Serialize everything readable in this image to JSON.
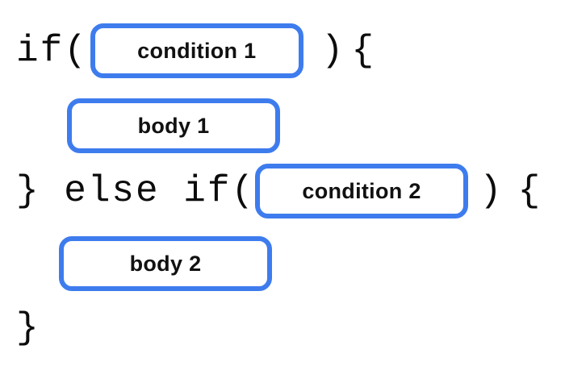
{
  "diagram": {
    "colors": {
      "background": "#ffffff",
      "slot_border": "#3e7cee",
      "slot_fill": "#ffffff",
      "code_text": "#0c0c0c",
      "label_text": "#111111"
    },
    "lines": [
      {
        "prefix": "if(",
        "slot_label": "condition 1",
        "paren": ")",
        "brace": "{"
      },
      {
        "slot_label": "body 1"
      },
      {
        "prefix": "} else if(",
        "slot_label": "condition 2",
        "paren": ")",
        "brace": "{"
      },
      {
        "slot_label": "body 2"
      },
      {
        "code": "}"
      }
    ]
  }
}
